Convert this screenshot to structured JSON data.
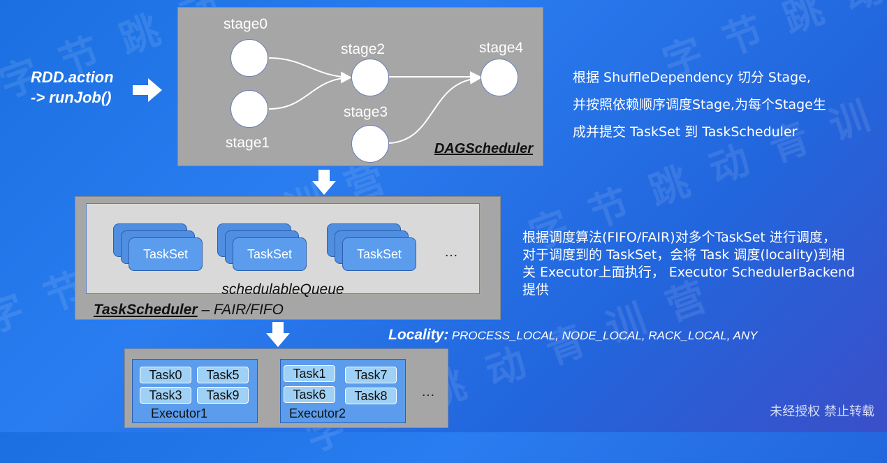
{
  "left_label": {
    "line1": "RDD.action",
    "line2": "-> runJob()"
  },
  "dag": {
    "title": "DAGScheduler",
    "stages": {
      "s0": "stage0",
      "s1": "stage1",
      "s2": "stage2",
      "s3": "stage3",
      "s4": "stage4"
    }
  },
  "dag_desc": {
    "line1": "根据 ShuffleDependency 切分 Stage,",
    "line2": "并按照依赖顺序调度Stage,为每个Stage生",
    "line3": "成并提交 TaskSet 到 TaskScheduler"
  },
  "task_scheduler": {
    "title": "TaskScheduler",
    "separator": "–",
    "mode": "FAIR/FIFO",
    "queue_label": "schedulableQueue",
    "taskset_label": "TaskSet",
    "ellipsis": "…"
  },
  "ts_desc": {
    "line1": "根据调度算法(FIFO/FAIR)对多个TaskSet 进行调度，",
    "line2": "对于调度到的 TaskSet，会将 Task 调度(locality)到相",
    "line3": "关 Executor上面执行， Executor SchedulerBackend",
    "line4": "提供"
  },
  "locality": {
    "head": "Locality:",
    "values": "PROCESS_LOCAL, NODE_LOCAL, RACK_LOCAL, ANY"
  },
  "executors": [
    {
      "name": "Executor1",
      "tasks": [
        "Task0",
        "Task5",
        "Task3",
        "Task9"
      ]
    },
    {
      "name": "Executor2",
      "tasks": [
        "Task1",
        "Task7",
        "Task6",
        "Task8"
      ]
    }
  ],
  "executors_ellipsis": "…",
  "footer_watermark": "未经授权 禁止转载"
}
